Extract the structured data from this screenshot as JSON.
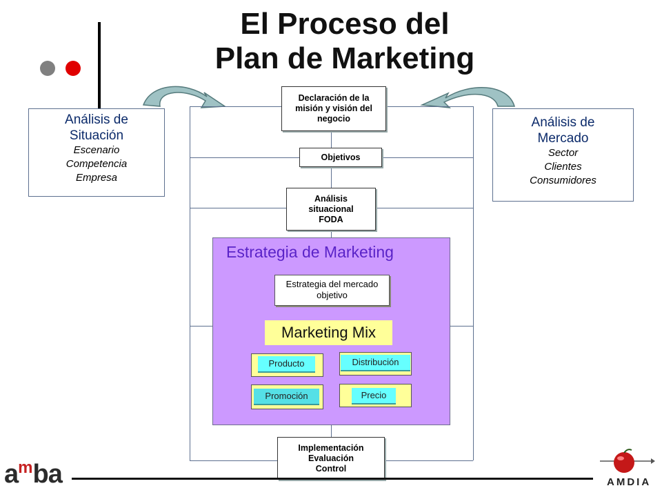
{
  "title_line1": "El Proceso del",
  "title_line2": "Plan de Marketing",
  "left_box": {
    "heading_line1": "Análisis de",
    "heading_line2": "Situación",
    "items": [
      "Escenario",
      "Competencia",
      "Empresa"
    ]
  },
  "right_box": {
    "heading_line1": "Análisis de",
    "heading_line2": "Mercado",
    "items": [
      "Sector",
      "Clientes",
      "Consumidores"
    ]
  },
  "nodes": {
    "mission": "Declaración de la misión y visión del negocio",
    "objectives": "Objetivos",
    "situational_l1": "Análisis",
    "situational_l2": "situacional",
    "situational_l3": "FODA",
    "implementation_l1": "Implementación",
    "implementation_l2": "Evaluación",
    "implementation_l3": "Control"
  },
  "strategy": {
    "title": "Estrategia de Marketing",
    "target_market": "Estrategia del mercado objetivo",
    "marketing_mix": "Marketing Mix",
    "mix": {
      "product": "Producto",
      "distribution": "Distribución",
      "promotion": "Promoción",
      "price": "Precio"
    }
  },
  "logos": {
    "left_a": "a",
    "left_m": "m",
    "left_ba": "ba",
    "right": "AMDIA"
  },
  "colors": {
    "strategy_panel": "#cc99ff",
    "strategy_title": "#5a23c8",
    "marketing_mix_bg": "#ffff99",
    "mix_chip": "#66ffff",
    "arrow": "#9fc2c4",
    "red_dot": "#e00000",
    "gray_dot": "#808080"
  }
}
